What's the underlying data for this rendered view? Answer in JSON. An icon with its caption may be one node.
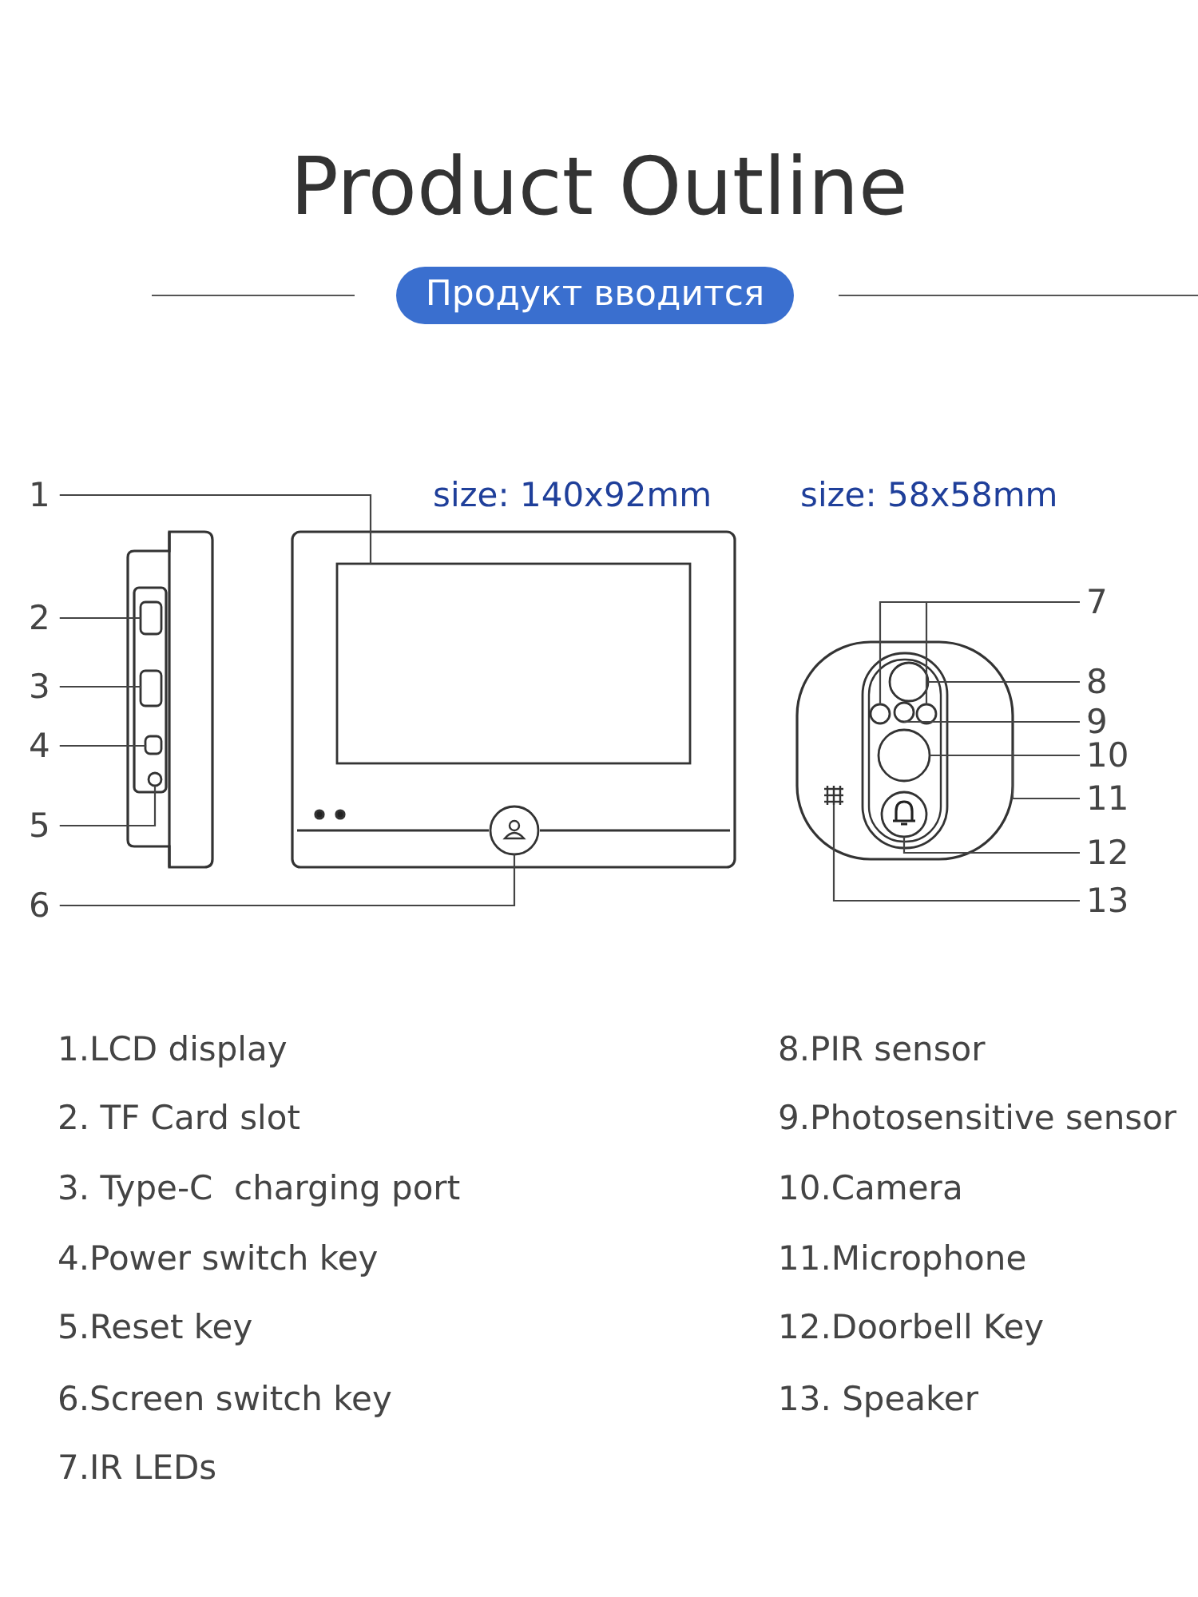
{
  "diagram": {
    "title": "Product Outline",
    "nodes": [
      {
        "text": [
          "Продукт вводится"
        ]
      },
      {
        "text": [
          "1"
        ]
      },
      {
        "text": [
          "2"
        ]
      },
      {
        "text": [
          "3"
        ]
      },
      {
        "text": [
          "4"
        ]
      },
      {
        "text": [
          "5"
        ]
      },
      {
        "text": [
          "6"
        ]
      },
      {
        "text": [
          "7"
        ]
      },
      {
        "text": [
          "8"
        ]
      },
      {
        "text": [
          "9"
        ]
      },
      {
        "text": [
          "10"
        ]
      },
      {
        "text": [
          "11"
        ]
      },
      {
        "text": [
          "12"
        ]
      },
      {
        "text": [
          "13"
        ]
      },
      {
        "text": [],
        "shape": "box"
      },
      {
        "text": [],
        "shape": "box"
      },
      {
        "text": [],
        "shape": "box"
      },
      {
        "text": [],
        "shape": "box"
      },
      {
        "text": [],
        "shape": "circle"
      },
      {
        "text": [],
        "shape": "circle"
      },
      {
        "text": [],
        "shape": "box"
      },
      {
        "text": [],
        "shape": "circle",
        "in": 20
      },
      {
        "text": [],
        "shape": "circle",
        "in": 20
      },
      {
        "text": [],
        "shape": "circle",
        "in": 20
      },
      {
        "text": [],
        "shape": "circle",
        "in": 20
      },
      {
        "text": [],
        "shape": "circle",
        "in": 20
      },
      {
        "text": [],
        "shape": "circle",
        "in": 20
      },
      {
        "text": [],
        "shape": "picture",
        "in": 20
      }
    ],
    "edges": [
      {
        "from": 1,
        "to": 14,
        "arrow": "none"
      },
      {
        "from": 2,
        "to": 15,
        "arrow": "none"
      },
      {
        "from": 3,
        "to": 16,
        "arrow": "none"
      },
      {
        "from": 4,
        "to": 17,
        "arrow": "none"
      },
      {
        "from": 5,
        "to": 18,
        "arrow": "none"
      },
      {
        "from": 6,
        "to": 19,
        "arrow": "none"
      },
      {
        "from": 7,
        "to": 22,
        "arrow": "none"
      },
      {
        "from": 7,
        "to": 24,
        "arrow": "none"
      },
      {
        "from": 8,
        "to": 21,
        "arrow": "none"
      },
      {
        "from": 9,
        "to": 23,
        "arrow": "none"
      },
      {
        "from": 10,
        "to": 25,
        "arrow": "none"
      },
      {
        "from": 11,
        "to": 20,
        "arrow": "none"
      },
      {
        "from": 12,
        "to": 26,
        "arrow": "none"
      },
      {
        "from": 13,
        "to": 27,
        "arrow": "none"
      }
    ],
    "labels": [
      "size: 140x92mm",
      "size: 58x58mm",
      "1.LCD display",
      "8.PIR sensor",
      "2. TF Card slot",
      "9.Photosensitive sensor",
      "3. Type-C  charging port",
      "10.Camera",
      "4.Power switch key",
      "11.Microphone",
      "5.Reset key",
      "12.Doorbell Key",
      "6.Screen switch key",
      "13. Speaker",
      "7.IR LEDs"
    ]
  }
}
